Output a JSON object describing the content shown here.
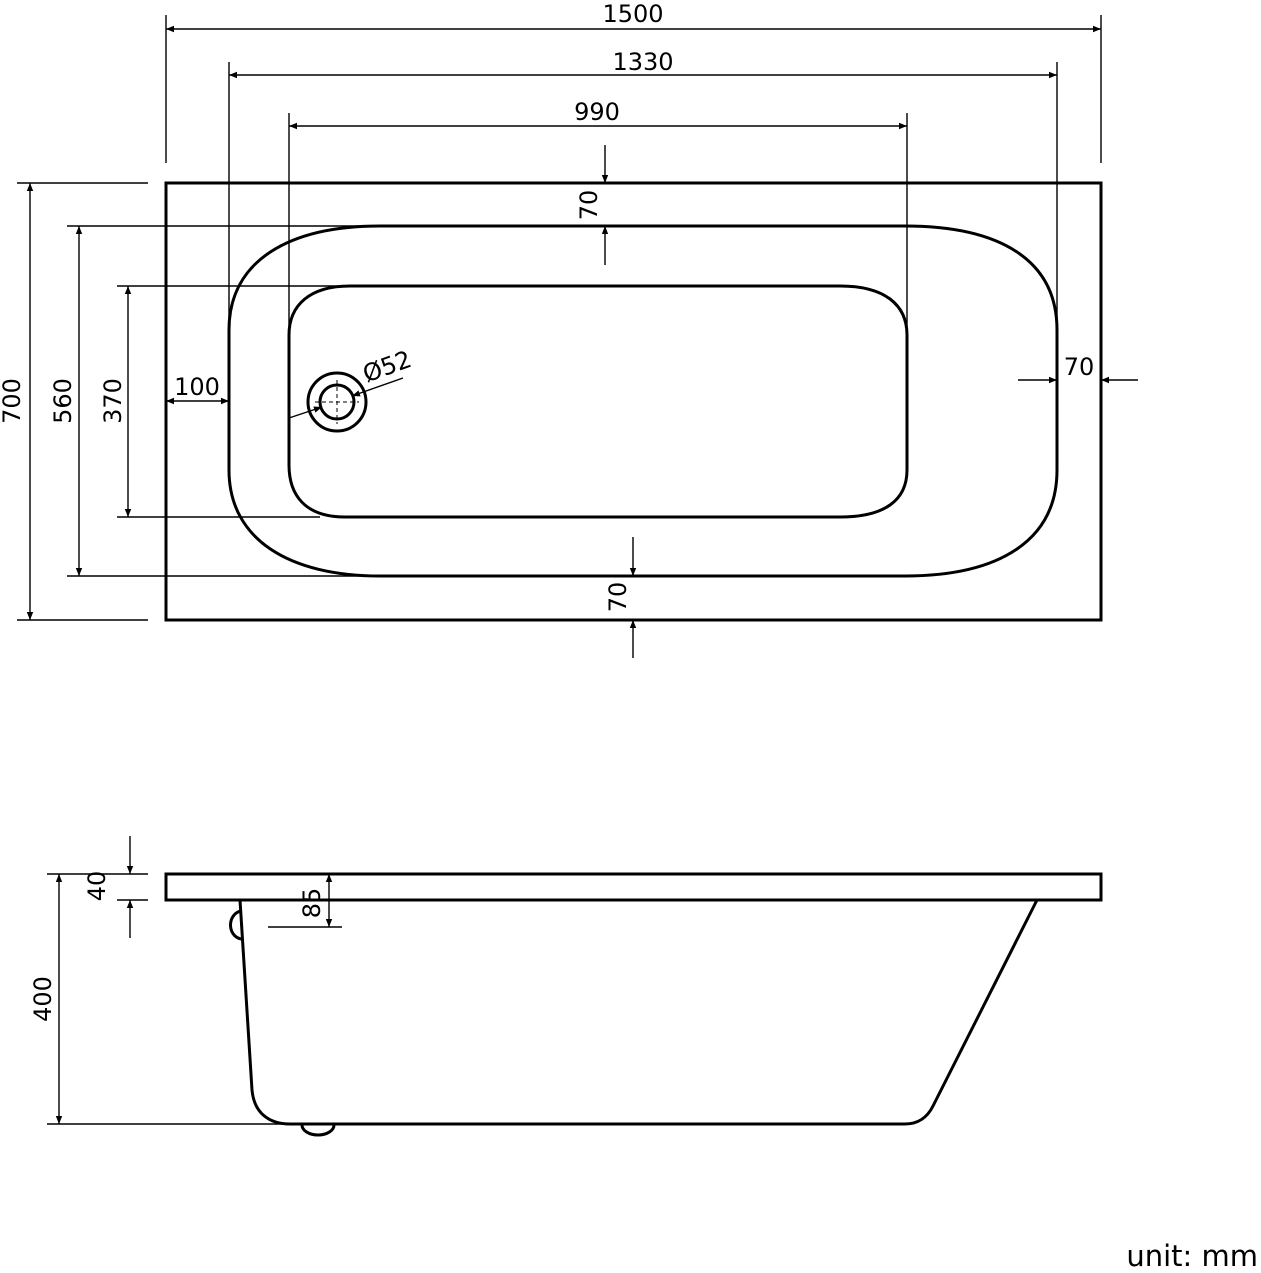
{
  "drawing": {
    "unit_label": "unit: mm",
    "top_view": {
      "overall_length": "1500",
      "rim_inner_length": "1330",
      "basin_floor_length": "990",
      "top_rim_width": "70",
      "bottom_rim_width": "70",
      "right_rim_width": "70",
      "left_rim_width": "100",
      "overall_width": "700",
      "rim_inner_width": "560",
      "basin_floor_width": "370",
      "waste_diameter": "Ø52"
    },
    "side_view": {
      "rim_thickness": "40",
      "overall_height": "400",
      "overflow_depth": "85"
    }
  }
}
